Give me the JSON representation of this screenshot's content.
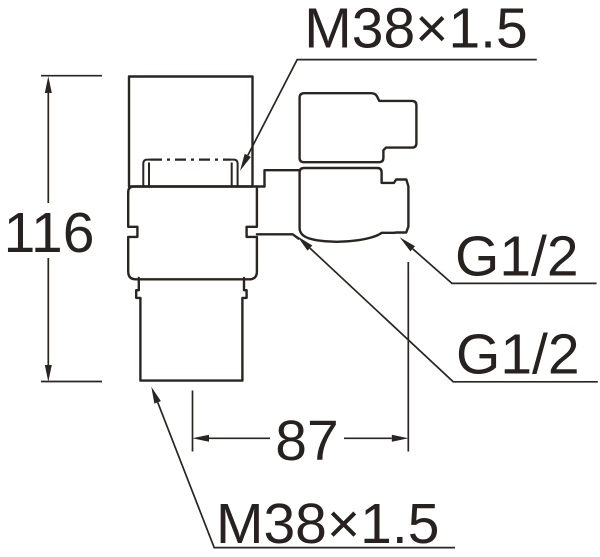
{
  "drawing": {
    "title": "angle-stop-valve-dimension-drawing",
    "labels": {
      "thread_top": "M38×1.5",
      "height": "116",
      "outlet_upper": "G1/2",
      "outlet_lower": "G1/2",
      "width": "87",
      "thread_bottom": "M38×1.5"
    },
    "dimensions": {
      "height_mm": "116",
      "width_mm": "87",
      "thread_spec": "M38×1.5",
      "connection_spec": "G1/2"
    },
    "colors": {
      "line": "#2a2422",
      "text": "#272120",
      "background": "#ffffff"
    }
  }
}
